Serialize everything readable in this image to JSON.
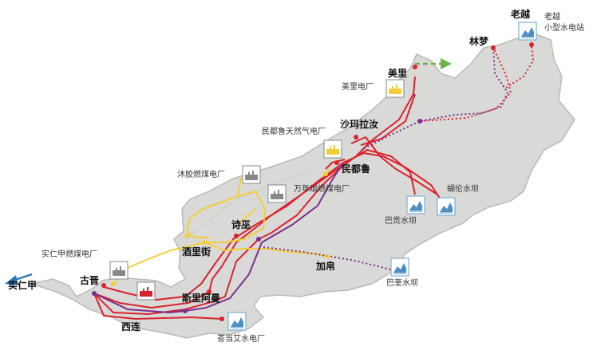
{
  "colors": {
    "land": "#d9d9d7",
    "land_edge": "#b9b9b6",
    "line_red": "#d9232e",
    "line_yellow": "#f2cf3a",
    "line_purple": "#7a2f8f",
    "dotted_red": "#d9232e",
    "dotted_purple": "#7a2f8f",
    "arrow_green": "#6cb24a",
    "arrow_blue": "#2a7ab8"
  },
  "cities": {
    "laoyue": "老越",
    "linmeng": "林梦",
    "meili": "美里",
    "shamala": "沙玛拉汝",
    "mindulu": "民都鲁",
    "shiwu": "诗巫",
    "jiulijie": "酒里街",
    "jiabo": "加帛",
    "gujin": "古晋",
    "silialiman": "斯里阿曼",
    "xilian": "西连",
    "shirenjia": "实仁甲"
  },
  "plants": {
    "laoyue_hydro": [
      "老越",
      "小型水电站"
    ],
    "meili_power": "美里电厂",
    "mindulu_gas": "民都鲁天然气电厂",
    "muzhen_coal": "沐胶燃煤电厂",
    "wannian_coal": "万年烟燃煤电厂",
    "hulun_dam": "蝴伦水坝",
    "bagong_dam": "巴贡水坝",
    "bakui_dam": "巴奎水坝",
    "shirenjia_coal": "实仁甲燃煤电厂",
    "dangai_hydro": "荅当艾水电厂"
  },
  "icons": {
    "hydro": "hydro-dam-icon",
    "factory": "power-plant-icon"
  }
}
